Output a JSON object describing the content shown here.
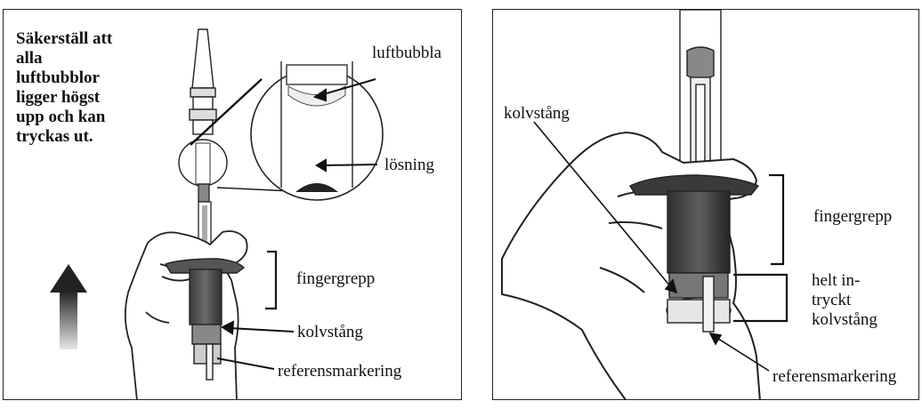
{
  "left_panel": {
    "instruction": "Säkerställ att\nalla\nluftbubblor\nligger högst\nupp och kan\ntryckas ut.",
    "labels": {
      "air_bubble": "luftbubbla",
      "solution": "lösning",
      "finger_grip": "fingergrepp",
      "plunger_rod": "kolvstång",
      "reference_mark": "referensmarkering"
    }
  },
  "right_panel": {
    "labels": {
      "plunger_rod": "kolvstång",
      "finger_grip": "fingergrepp",
      "fully_pressed": "helt in-\ntryckt\nkolvstång",
      "reference_mark": "referensmarkering"
    }
  },
  "colors": {
    "ink": "#111111",
    "syringe_dark": "#4a4a4a",
    "hand_fill": "#ffffff",
    "arrow_gradient_top": "#222222",
    "arrow_gradient_bottom": "#dddddd"
  }
}
